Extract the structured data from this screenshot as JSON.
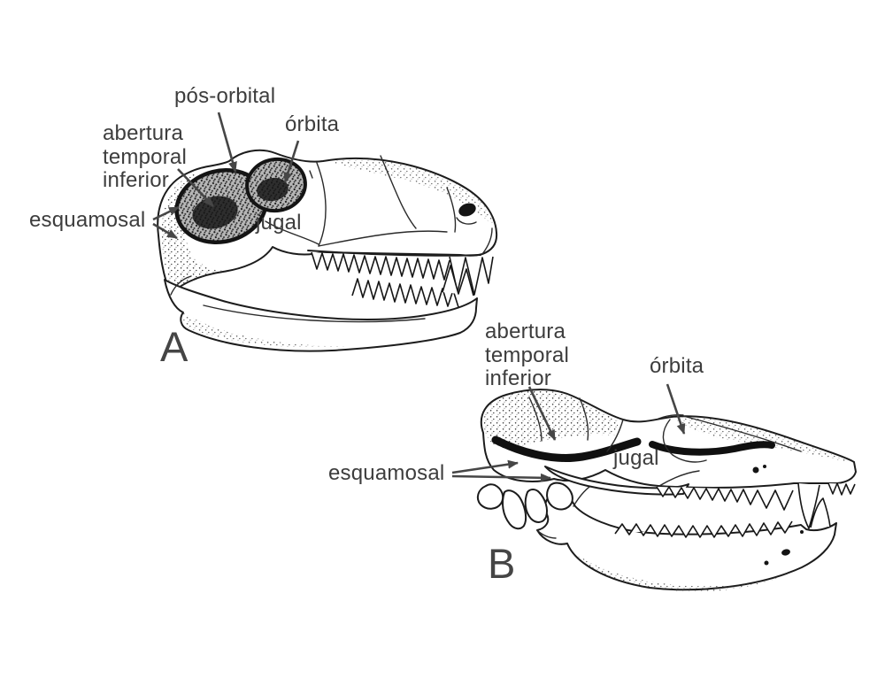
{
  "figure": {
    "title": "Comparação de crânios — aberturas temporais (diagrama anatômico)",
    "language": "pt",
    "colors": {
      "background": "#ffffff",
      "ink": "#1c1c1c",
      "label_text": "#3d3d3d",
      "arrow": "#464646",
      "panel_letter": "#454545"
    },
    "panels": [
      {
        "letter": "A",
        "labels": {
          "pos_orbital": "pós-orbital",
          "abertura_lines": [
            "abertura",
            "temporal",
            "inferior"
          ],
          "orbita": "órbita",
          "esquamosal": "esquamosal",
          "jugal": "jugal"
        }
      },
      {
        "letter": "B",
        "labels": {
          "abertura_lines": [
            "abertura",
            "temporal",
            "inferior"
          ],
          "orbita": "órbita",
          "esquamosal": "esquamosal",
          "jugal": "jugal"
        }
      }
    ]
  }
}
